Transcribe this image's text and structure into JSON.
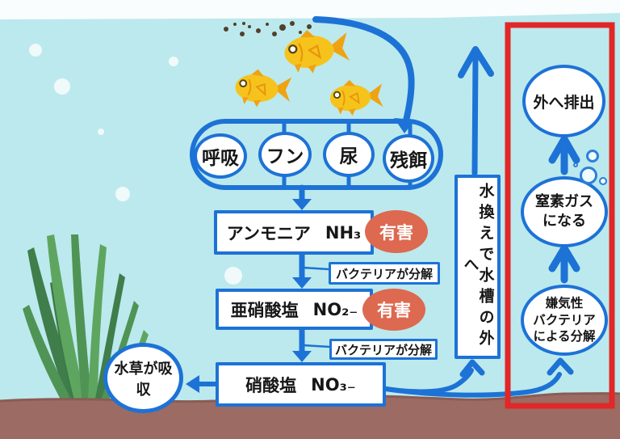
{
  "colors": {
    "flow_blue": "#1d72d6",
    "highlight_red": "#e12727",
    "harmful_orange": "#dc6950",
    "water_cyan": "#bce9ed",
    "substrate_brown": "#9b6b64",
    "fish_yellow": "#f6c31d"
  },
  "sources": {
    "breathing": "呼吸",
    "feces": "フン",
    "urine": "尿",
    "leftover_food": "残餌"
  },
  "stages": {
    "ammonia_name": "アンモニア",
    "ammonia_formula": "NH₃",
    "nitrite_name": "亜硝酸塩",
    "nitrite_formula": "NO₂₋",
    "nitrate_name": "硝酸塩",
    "nitrate_formula": "NO₃₋",
    "harmful_badge": "有害",
    "bacteria_note": "バクテリアが分解"
  },
  "outputs": {
    "plant_absorb": "水草が吸収",
    "water_change_vertical": "水換えで水槽の外へ"
  },
  "anaerobic_route": {
    "exhaust": "外へ排出",
    "nitrogen_gas_line1": "窒素ガス",
    "nitrogen_gas_line2": "になる",
    "anaerobic_line1": "嫌気性",
    "anaerobic_line2": "バクテリア",
    "anaerobic_line3": "による分解"
  }
}
